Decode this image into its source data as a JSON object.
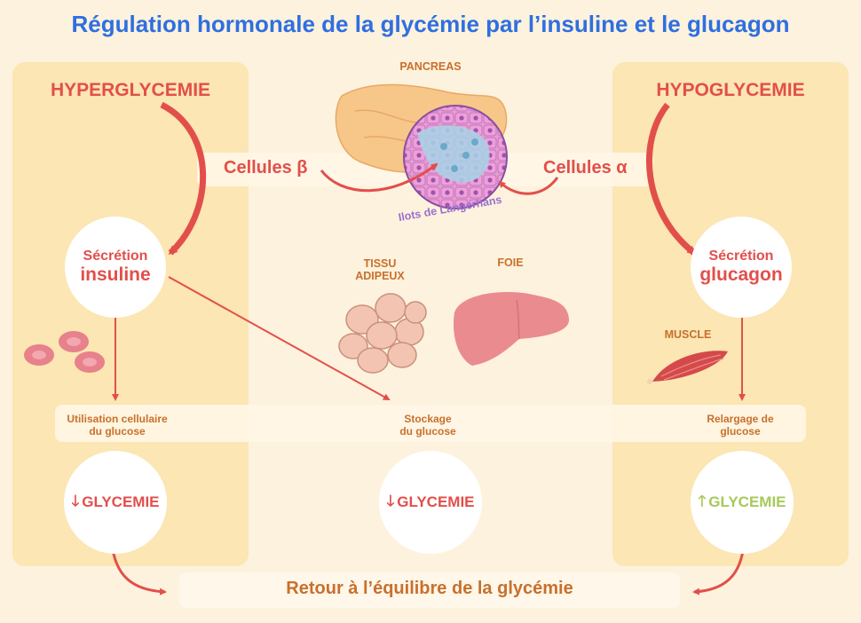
{
  "title": "Régulation hormonale de la glycémie par l’insuline et le glucagon",
  "left": {
    "heading": "HYPERGLYCEMIE",
    "secretion_top": "Sécrétion",
    "secretion_main": "insuline",
    "usage_line1": "Utilisation cellulaire",
    "usage_line2": "du glucose",
    "glycemie": "GLYCEMIE"
  },
  "right": {
    "heading": "HYPOGLYCEMIE",
    "secretion_top": "Sécrétion",
    "secretion_main": "glucagon",
    "muscle": "MUSCLE",
    "release_line1": "Relargage de",
    "release_line2": "glucose",
    "glycemie": "GLYCEMIE"
  },
  "center": {
    "pancreas": "PANCREAS",
    "beta_cells": "Cellules β",
    "alpha_cells": "Cellules α",
    "islets": "Ilots de Langerhans",
    "adipose_line1": "TISSU",
    "adipose_line2": "ADIPEUX",
    "liver": "FOIE",
    "storage_line1": "Stockage",
    "storage_line2": "du glucose",
    "glycemie": "GLYCEMIE"
  },
  "bottom": {
    "label": "Retour à l’équilibre de la glycémie"
  },
  "colors": {
    "title": "#2f6fe0",
    "red": "#e24f4b",
    "orange_text": "#c8702c",
    "green_up": "#a7c95b",
    "panel": "#fbe6b4",
    "background": "#fdf2dd"
  }
}
